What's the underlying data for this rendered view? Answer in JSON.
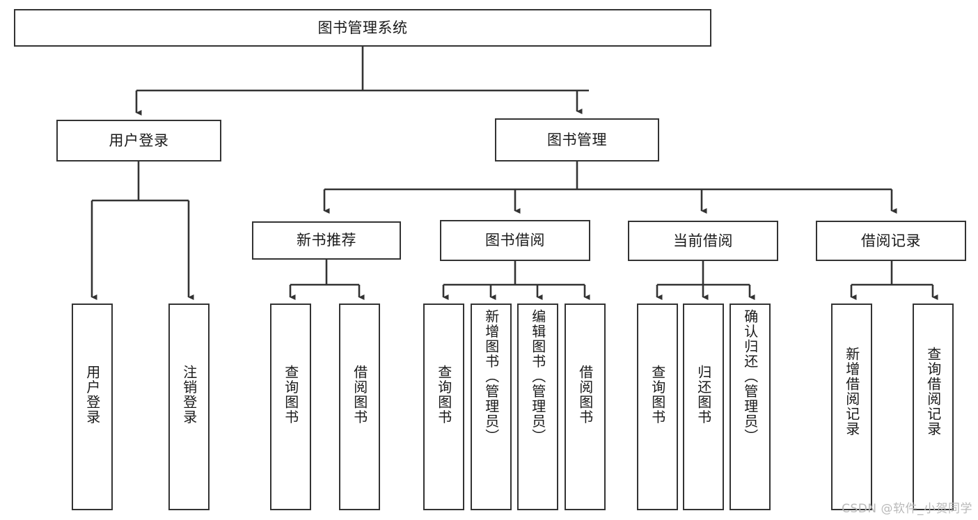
{
  "diagram": {
    "title": "图书管理系统",
    "type": "tree",
    "watermark": "CSDN @软件_小贺同学",
    "colors": {
      "stroke": "#333333",
      "fill": "#ffffff",
      "text": "#1a1a1a",
      "watermark": "#b9b9b9"
    },
    "nodes": {
      "root": {
        "label": "图书管理系统",
        "orientation": "horizontal"
      },
      "user_login": {
        "label": "用户登录",
        "orientation": "horizontal"
      },
      "book_manage": {
        "label": "图书管理",
        "orientation": "horizontal"
      },
      "new_book_rec": {
        "label": "新书推荐",
        "orientation": "horizontal"
      },
      "book_borrow": {
        "label": "图书借阅",
        "orientation": "horizontal"
      },
      "current_borrow": {
        "label": "当前借阅",
        "orientation": "horizontal"
      },
      "borrow_record": {
        "label": "借阅记录",
        "orientation": "horizontal"
      },
      "leaf_user_login": {
        "label": "用户登录",
        "orientation": "vertical"
      },
      "leaf_logout": {
        "label": "注销登录",
        "orientation": "vertical"
      },
      "leaf_query_book_1": {
        "label": "查询图书",
        "orientation": "vertical"
      },
      "leaf_borrow_book_1": {
        "label": "借阅图书",
        "orientation": "vertical"
      },
      "leaf_query_book_2": {
        "label": "查询图书",
        "orientation": "vertical"
      },
      "leaf_add_book": {
        "label": "新增图书（管理员）",
        "orientation": "vertical"
      },
      "leaf_edit_book": {
        "label": "编辑图书（管理员）",
        "orientation": "vertical"
      },
      "leaf_borrow_book_2": {
        "label": "借阅图书",
        "orientation": "vertical"
      },
      "leaf_query_book_3": {
        "label": "查询图书",
        "orientation": "vertical"
      },
      "leaf_return_book": {
        "label": "归还图书",
        "orientation": "vertical"
      },
      "leaf_confirm_return": {
        "label": "确认归还（管理员）",
        "orientation": "vertical"
      },
      "leaf_add_record": {
        "label": "新增借阅记录",
        "orientation": "vertical"
      },
      "leaf_query_record": {
        "label": "查询借阅记录",
        "orientation": "vertical"
      }
    },
    "edges": [
      {
        "from": "root",
        "to": "user_login"
      },
      {
        "from": "root",
        "to": "book_manage"
      },
      {
        "from": "user_login",
        "to": "leaf_user_login"
      },
      {
        "from": "user_login",
        "to": "leaf_logout"
      },
      {
        "from": "book_manage",
        "to": "new_book_rec"
      },
      {
        "from": "book_manage",
        "to": "book_borrow"
      },
      {
        "from": "book_manage",
        "to": "current_borrow"
      },
      {
        "from": "book_manage",
        "to": "borrow_record"
      },
      {
        "from": "new_book_rec",
        "to": "leaf_query_book_1"
      },
      {
        "from": "new_book_rec",
        "to": "leaf_borrow_book_1"
      },
      {
        "from": "book_borrow",
        "to": "leaf_query_book_2"
      },
      {
        "from": "book_borrow",
        "to": "leaf_add_book"
      },
      {
        "from": "book_borrow",
        "to": "leaf_edit_book"
      },
      {
        "from": "book_borrow",
        "to": "leaf_borrow_book_2"
      },
      {
        "from": "current_borrow",
        "to": "leaf_query_book_3"
      },
      {
        "from": "current_borrow",
        "to": "leaf_return_book"
      },
      {
        "from": "current_borrow",
        "to": "leaf_confirm_return"
      },
      {
        "from": "borrow_record",
        "to": "leaf_add_record"
      },
      {
        "from": "borrow_record",
        "to": "leaf_query_record"
      }
    ]
  }
}
